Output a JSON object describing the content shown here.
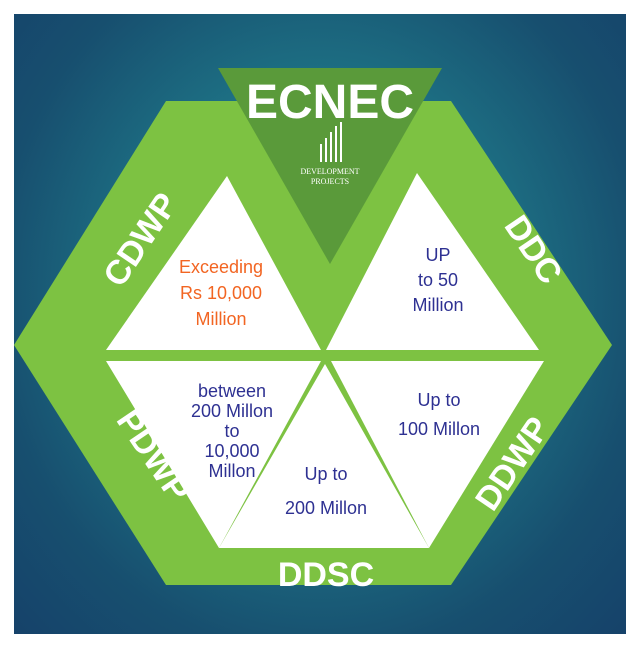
{
  "colors": {
    "background_inner": "#2a8f97",
    "background_outer": "#16426a",
    "hexagon_green": "#7dc242",
    "ecnec_triangle": "#5a9a3a",
    "triangle_fill": "#ffffff",
    "text_blue": "#2e3192",
    "text_orange": "#f26522"
  },
  "top_label": "ECNEC",
  "logo": {
    "icon": "bar-chart-icon",
    "line1": "DEVELOPMENT",
    "line2": "PROJECTS"
  },
  "bands": {
    "left_top": "CDWP",
    "left_bottom": "PDWP",
    "right_top": "DDC",
    "right_bottom": "DDWP",
    "bottom": "DDSC"
  },
  "triangles": {
    "cdwp": {
      "line1": "Exceeding",
      "line2": "Rs 10,000",
      "line3": "Million"
    },
    "ddc": {
      "line1": "UP",
      "line2": "to 50",
      "line3": "Million"
    },
    "pdwp": {
      "line1": "between",
      "line2": "200 Millon",
      "line3": "to",
      "line4": "10,000",
      "line5": "Millon"
    },
    "ddsc": {
      "line1": "Up to",
      "line2": "200 Millon"
    },
    "ddwp": {
      "line1": "Up to",
      "line2": "100 Millon"
    }
  }
}
